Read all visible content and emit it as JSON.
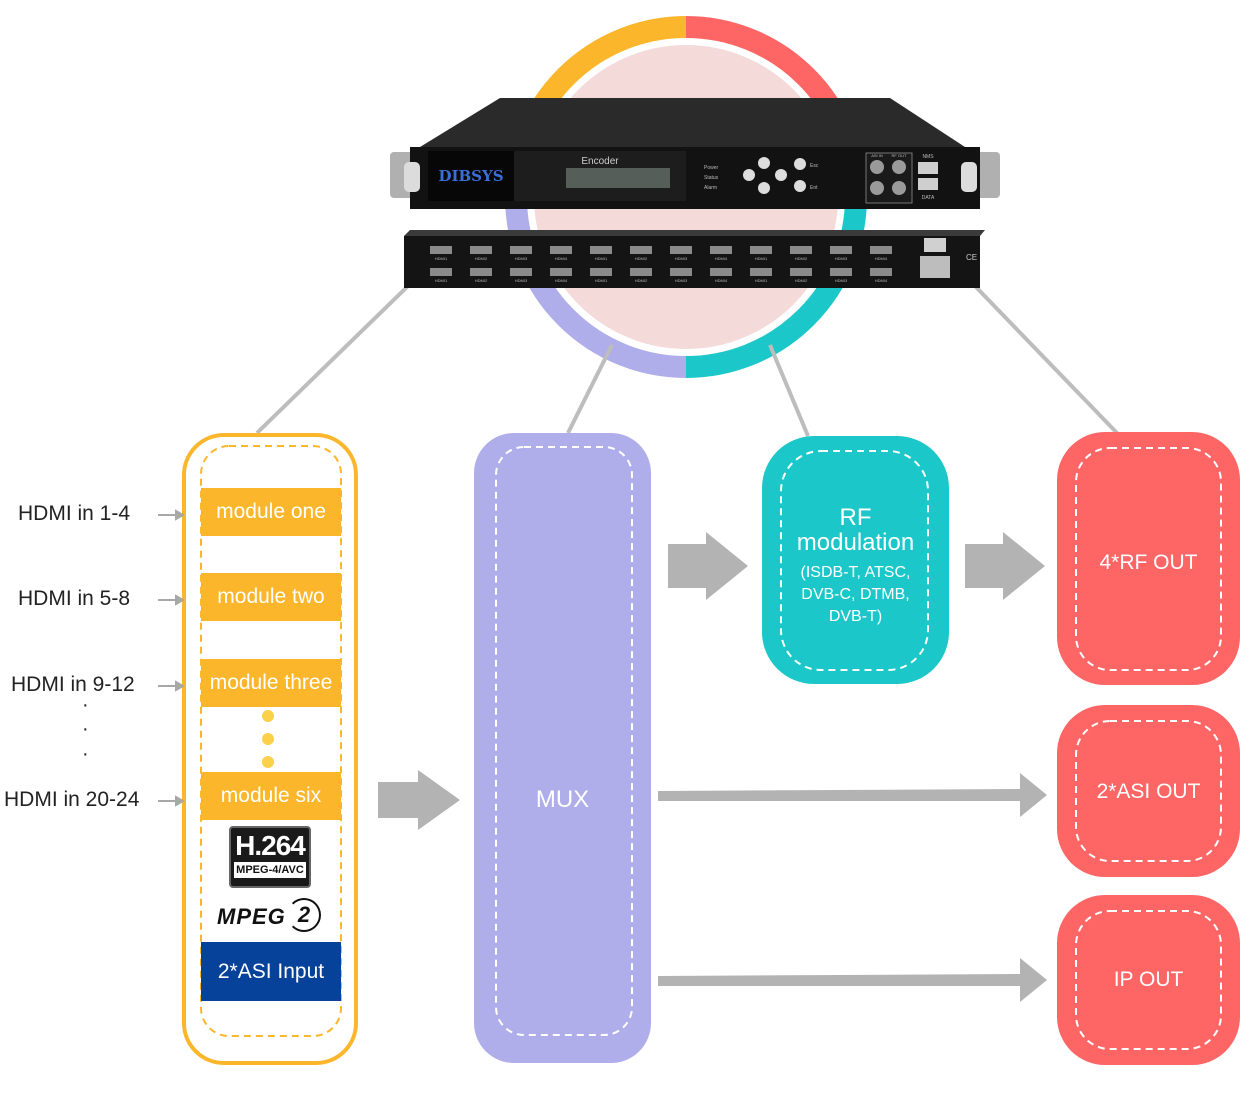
{
  "device": {
    "brand": "DIBSYS",
    "lcd_label": "Encoder",
    "led_labels": [
      "Power",
      "Status",
      "Alarm"
    ],
    "button_labels": [
      "Esc",
      "Ent"
    ],
    "port_labels": [
      "ASI IN",
      "RF OUT",
      "NMS",
      "DATA"
    ],
    "hdmi_port_labels": [
      "HDMI1",
      "HDMI2",
      "HDMI3",
      "HDMI4",
      "HDMI1",
      "HDMI2",
      "HDMI3",
      "HDMI4",
      "HDMI1",
      "HDMI2",
      "HDMI3",
      "HDMI4"
    ],
    "ce_mark": "CE"
  },
  "inputs": {
    "labels": [
      "HDMI in 1-4",
      "HDMI in 5-8",
      "HDMI in 9-12",
      "HDMI in 20-24"
    ],
    "ellipsis": [
      "·",
      "·",
      "·"
    ]
  },
  "encoder_block": {
    "modules": [
      "module one",
      "module two",
      "module three",
      "module six"
    ],
    "h264_logo": {
      "main": "H.264",
      "sub": "MPEG-4/AVC"
    },
    "mpeg2_logo": {
      "text": "MPEG",
      "num": "2"
    },
    "asi_input": "2*ASI Input"
  },
  "mux": {
    "label": "MUX"
  },
  "rf_modulation": {
    "title_line1": "RF",
    "title_line2": "modulation",
    "detail_lines": [
      "(ISDB-T,  ATSC,",
      "DVB-C, DTMB,",
      "DVB-T)"
    ]
  },
  "outputs": [
    "4*RF OUT",
    "2*ASI OUT",
    "IP OUT"
  ],
  "colors": {
    "yellow": "#fbb62b",
    "lavender": "#afaeea",
    "teal": "#1cc7c9",
    "coral": "#fe6666",
    "arrow_gray": "#b3b3b3",
    "asi_blue": "#06419a",
    "ring_fill": "#f5dada"
  }
}
